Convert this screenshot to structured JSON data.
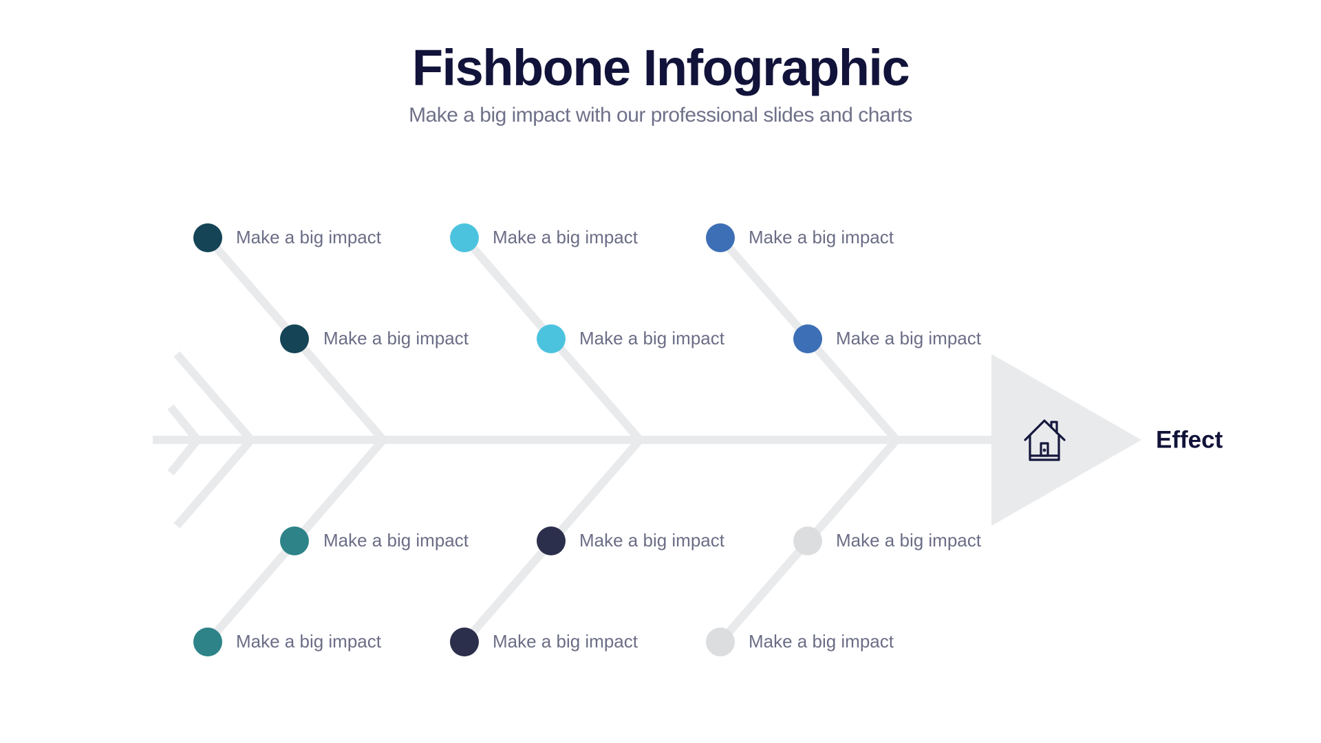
{
  "header": {
    "title": "Fishbone Infographic",
    "subtitle": "Make a big impact with our professional slides and charts"
  },
  "effect": {
    "label": "Effect",
    "icon": "house-icon"
  },
  "colors": {
    "bone": "#e9eaec",
    "head": "#e9eaec",
    "title": "#12133a",
    "text": "#6b6d86"
  },
  "causes": {
    "top": [
      {
        "color": "#144456",
        "items": [
          "Make a big impact",
          "Make a big impact"
        ]
      },
      {
        "color": "#4cc3de",
        "items": [
          "Make a big impact",
          "Make a big impact"
        ]
      },
      {
        "color": "#3d6fb6",
        "items": [
          "Make a big impact",
          "Make a big impact"
        ]
      }
    ],
    "bottom": [
      {
        "color": "#2d8388",
        "items": [
          "Make a big impact",
          "Make a big impact"
        ]
      },
      {
        "color": "#2b2f4c",
        "items": [
          "Make a big impact",
          "Make a big impact"
        ]
      },
      {
        "color": "#dcdddf",
        "items": [
          "Make a big impact",
          "Make a big impact"
        ]
      }
    ]
  }
}
